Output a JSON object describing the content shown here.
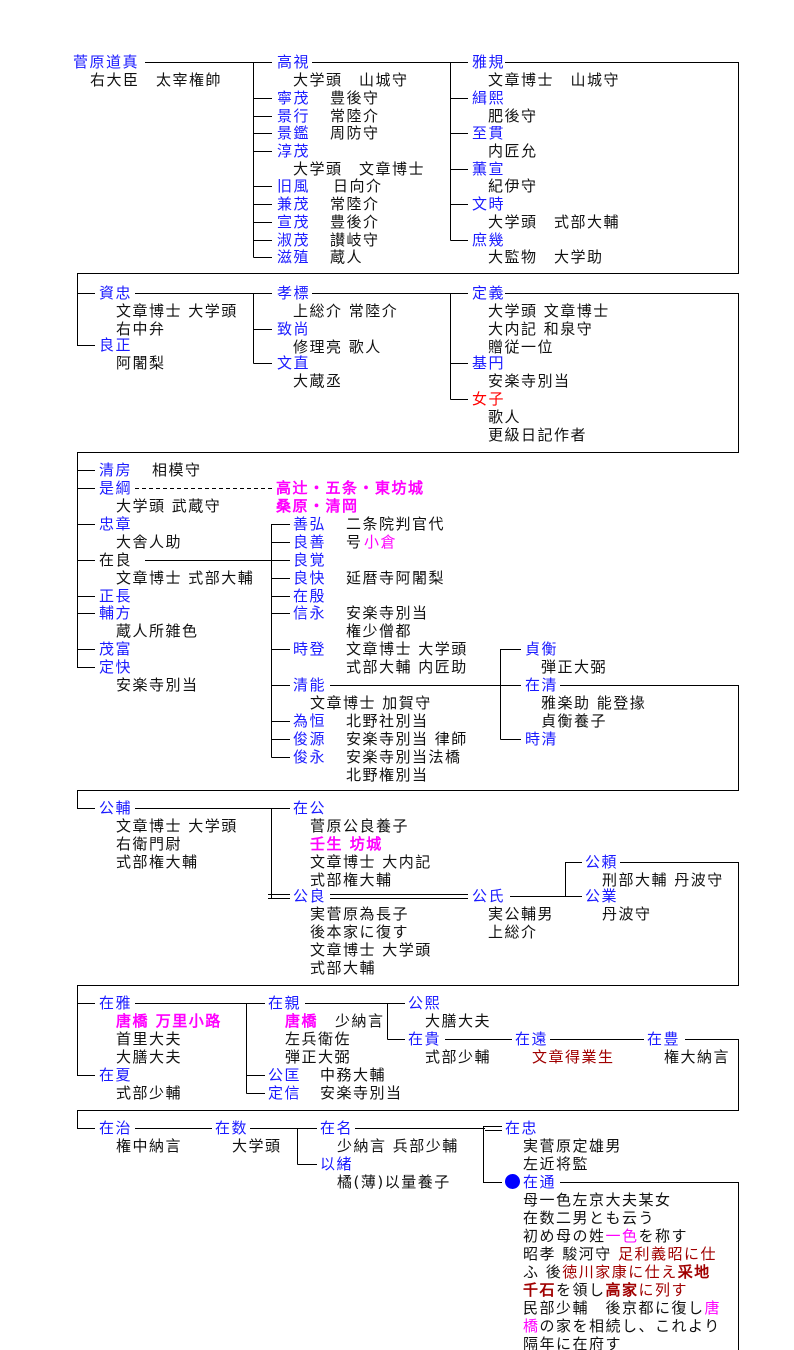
{
  "title": "菅原氏系図",
  "colors": {
    "link": "#1a1aff",
    "house": "#ff00ff",
    "female": "#ff0000",
    "note_dark": "#a00000",
    "line": "#000000",
    "marker": "#0000ff"
  },
  "persons": [
    {
      "name": "菅原道真",
      "notes": [
        "右大臣　太宰権帥"
      ]
    },
    {
      "name": "高視",
      "notes": [
        "大学頭　山城守"
      ]
    },
    {
      "name": "寧茂",
      "notes": [
        "豊後守"
      ]
    },
    {
      "name": "景行",
      "notes": [
        "常陸介"
      ]
    },
    {
      "name": "景鑑",
      "notes": [
        "周防守"
      ]
    },
    {
      "name": "淳茂",
      "notes": [
        "大学頭　文章博士"
      ]
    },
    {
      "name": "旧風",
      "notes": [
        "日向介"
      ]
    },
    {
      "name": "兼茂",
      "notes": [
        "常陸介"
      ]
    },
    {
      "name": "宣茂",
      "notes": [
        "豊後介"
      ]
    },
    {
      "name": "淑茂",
      "notes": [
        "讃岐守"
      ]
    },
    {
      "name": "滋殖",
      "notes": [
        "蔵人"
      ]
    },
    {
      "name": "雅規",
      "notes": [
        "文章博士　山城守"
      ]
    },
    {
      "name": "緝熙",
      "notes": [
        "肥後守"
      ]
    },
    {
      "name": "至貫",
      "notes": [
        "内匠允"
      ]
    },
    {
      "name": "薫宣",
      "notes": [
        "紀伊守"
      ]
    },
    {
      "name": "文時",
      "notes": [
        "大学頭　式部大輔"
      ]
    },
    {
      "name": "庶幾",
      "notes": [
        "大監物　大学助"
      ]
    },
    {
      "name": "資忠",
      "notes": [
        "文章博士 大学頭",
        "右中弁"
      ]
    },
    {
      "name": "良正",
      "notes": [
        "阿闍梨"
      ]
    },
    {
      "name": "孝標",
      "notes": [
        "上総介 常陸介"
      ]
    },
    {
      "name": "致尚",
      "notes": [
        "修理亮 歌人"
      ]
    },
    {
      "name": "文直",
      "notes": [
        "大蔵丞"
      ]
    },
    {
      "name": "定義",
      "notes": [
        "大学頭 文章博士",
        "大内記 和泉守",
        "贈従一位"
      ]
    },
    {
      "name": "基円",
      "notes": [
        "安楽寺別当"
      ]
    },
    {
      "name": "女子",
      "notes": [
        "歌人",
        "更級日記作者"
      ]
    },
    {
      "name": "清房",
      "notes": [
        "相模守"
      ]
    },
    {
      "name": "是綱",
      "notes": [
        "大学頭 武蔵守"
      ],
      "houses": [
        "高辻・五条・東坊城",
        "桑原・清岡"
      ]
    },
    {
      "name": "忠章",
      "notes": [
        "大舎人助"
      ]
    },
    {
      "name": "在良",
      "notes": [
        "文章博士 式部大輔"
      ]
    },
    {
      "name": "正長",
      "notes": []
    },
    {
      "name": "輔方",
      "notes": [
        "蔵人所雑色"
      ]
    },
    {
      "name": "茂富",
      "notes": []
    },
    {
      "name": "定快",
      "notes": [
        "安楽寺別当"
      ]
    },
    {
      "name": "善弘",
      "notes": [
        "二条院判官代"
      ]
    },
    {
      "name": "良善",
      "notes": [
        "号"
      ],
      "houses": [
        "小倉"
      ]
    },
    {
      "name": "良覚",
      "notes": []
    },
    {
      "name": "良快",
      "notes": [
        "延暦寺阿闍梨"
      ]
    },
    {
      "name": "在殷",
      "notes": []
    },
    {
      "name": "信永",
      "notes": [
        "安楽寺別当",
        "権少僧都"
      ]
    },
    {
      "name": "時登",
      "notes": [
        "文章博士 大学頭",
        "式部大輔 内匠助"
      ]
    },
    {
      "name": "清能",
      "notes": [
        "文章博士 加賀守"
      ]
    },
    {
      "name": "為恒",
      "notes": [
        "北野社別当"
      ]
    },
    {
      "name": "俊源",
      "notes": [
        "安楽寺別当 律師"
      ]
    },
    {
      "name": "俊永",
      "notes": [
        "安楽寺別当法橋",
        "北野権別当"
      ]
    },
    {
      "name": "貞衡",
      "notes": [
        "弾正大弼"
      ]
    },
    {
      "name": "在清",
      "notes": [
        "雅楽助 能登掾",
        "貞衡養子"
      ]
    },
    {
      "name": "時清",
      "notes": []
    },
    {
      "name": "公輔",
      "notes": [
        "文章博士 大学頭",
        "右衛門尉",
        "式部権大輔"
      ]
    },
    {
      "name": "在公",
      "notes": [
        "菅原公良養子",
        "文章博士 大内記",
        "式部権大輔"
      ],
      "houses": [
        "壬生 坊城"
      ]
    },
    {
      "name": "公良",
      "notes": [
        "実菅原為長子",
        "後本家に復す",
        "文章博士 大学頭",
        "式部大輔"
      ]
    },
    {
      "name": "公氏",
      "notes": [
        "実公輔男",
        "上総介"
      ]
    },
    {
      "name": "公頼",
      "notes": [
        "刑部大輔 丹波守"
      ]
    },
    {
      "name": "公業",
      "notes": [
        "丹波守"
      ]
    },
    {
      "name": "在雅",
      "notes": [
        "首里大夫",
        "大膳大夫"
      ],
      "houses": [
        "唐橋 万里小路"
      ]
    },
    {
      "name": "在夏",
      "notes": [
        "式部少輔"
      ]
    },
    {
      "name": "在親",
      "notes": [
        "少納言",
        "左兵衛佐",
        "弾正大弼"
      ],
      "houses": [
        "唐橋"
      ]
    },
    {
      "name": "公匡",
      "notes": [
        "中務大輔"
      ]
    },
    {
      "name": "定信",
      "notes": [
        "安楽寺別当"
      ]
    },
    {
      "name": "公熙",
      "notes": [
        "大膳大夫"
      ]
    },
    {
      "name": "在貴",
      "notes": [
        "式部少輔"
      ]
    },
    {
      "name": "在遠",
      "notes": [
        "文章得業生"
      ]
    },
    {
      "name": "在豊",
      "notes": [
        "権大納言"
      ]
    },
    {
      "name": "在治",
      "notes": [
        "権中納言"
      ]
    },
    {
      "name": "在数",
      "notes": [
        "大学頭"
      ]
    },
    {
      "name": "在名",
      "notes": [
        "少納言 兵部少輔"
      ]
    },
    {
      "name": "以緒",
      "notes": [
        "橘(薄)以量養子"
      ]
    },
    {
      "name": "在忠",
      "notes": [
        "実菅原定雄男",
        "左近将監"
      ]
    },
    {
      "name": "在通",
      "notes": [],
      "marker": "blue-dot",
      "biography": [
        [
          {
            "text": "母一色左京大夫某女",
            "style": "plain"
          }
        ],
        [
          {
            "text": "在数二男とも云う",
            "style": "plain"
          }
        ],
        [
          {
            "text": "初め母の姓",
            "style": "plain"
          },
          {
            "text": "一色",
            "style": "magenta"
          },
          {
            "text": "を称す",
            "style": "plain"
          }
        ],
        [
          {
            "text": "昭孝 駿河守 ",
            "style": "plain"
          },
          {
            "text": "足利義昭に仕",
            "style": "dark"
          }
        ],
        [
          {
            "text": "ふ 後",
            "style": "plain"
          },
          {
            "text": "徳川家康に仕え",
            "style": "dark"
          },
          {
            "text": "采地",
            "style": "darkb"
          }
        ],
        [
          {
            "text": "千石",
            "style": "darkb"
          },
          {
            "text": "を領し",
            "style": "plain"
          },
          {
            "text": "高家",
            "style": "darkb"
          },
          {
            "text": "に列す",
            "style": "dark"
          }
        ],
        [
          {
            "text": "民部少輔　後京都に復し",
            "style": "plain"
          },
          {
            "text": "唐",
            "style": "magenta"
          }
        ],
        [
          {
            "text": "橋",
            "style": "magenta"
          },
          {
            "text": "の家を相続し、これより",
            "style": "plain"
          }
        ],
        [
          {
            "text": "隔年に在府す",
            "style": "plain"
          }
        ]
      ]
    }
  ]
}
